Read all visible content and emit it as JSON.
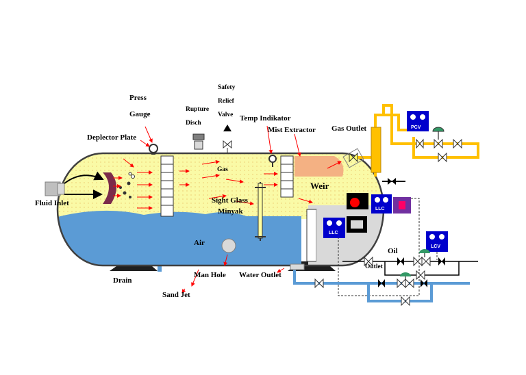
{
  "labels": {
    "press_gauge_1": "Press",
    "press_gauge_2": "Gauge",
    "rupture_disch_1": "Rupture",
    "rupture_disch_2": "Disch",
    "safety_relief_1": "Safety",
    "safety_relief_2": "Relief",
    "safety_relief_3": "Valve",
    "temp_indikator": "Temp Indikator",
    "mist_extractor": "Mist Extractor",
    "gas_outlet": "Gas Outlet",
    "deplector_plate": "Deplector Plate",
    "gas": "Gas",
    "weir": "Weir",
    "fluid_inlet": "Fluid Inlet",
    "sight_glass": "Sight Glass",
    "minyak": "Minyak",
    "air": "Air",
    "drain": "Drain",
    "man_hole": "Man Hole",
    "water_outlet": "Water Outlet",
    "sand_jet": "Sand Jet",
    "oil_outlet_1": "Oil",
    "oil_outlet_2": "Outlet"
  },
  "controllers": {
    "pcv": "PCV",
    "llc_upper": "LLC",
    "llc_lower": "LLC",
    "lcv": "LCV"
  },
  "colors": {
    "gas_zone": "#fafaa6",
    "water_zone": "#5b9bd5",
    "gas_piping": "#ffc000",
    "water_piping": "#5b9bd5",
    "controller_box": "#0000cc",
    "arrows": "#ff0000",
    "mist_extractor": "#f4b183"
  }
}
